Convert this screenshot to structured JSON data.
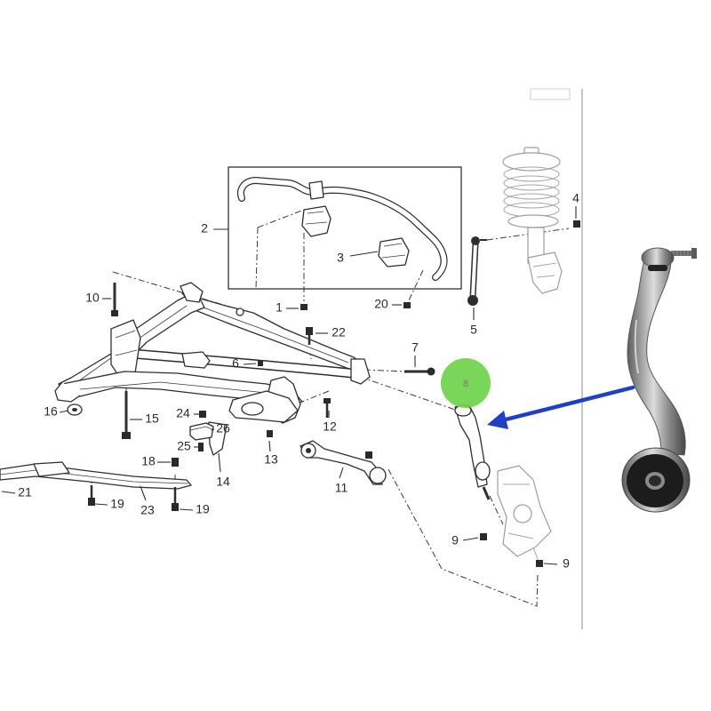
{
  "callouts": [
    "2",
    "3",
    "4",
    "5",
    "1",
    "20",
    "10",
    "22",
    "7",
    "6",
    "16",
    "15",
    "24",
    "26",
    "12",
    "25",
    "13",
    "18",
    "14",
    "11",
    "21",
    "19",
    "23",
    "19",
    "9",
    "9"
  ],
  "highlighted_callout": "8",
  "colors": {
    "highlight": "#6fd24a",
    "arrow": "#1f3fc9",
    "line": "#2e2e2e",
    "faded": "#9e9e9e"
  }
}
